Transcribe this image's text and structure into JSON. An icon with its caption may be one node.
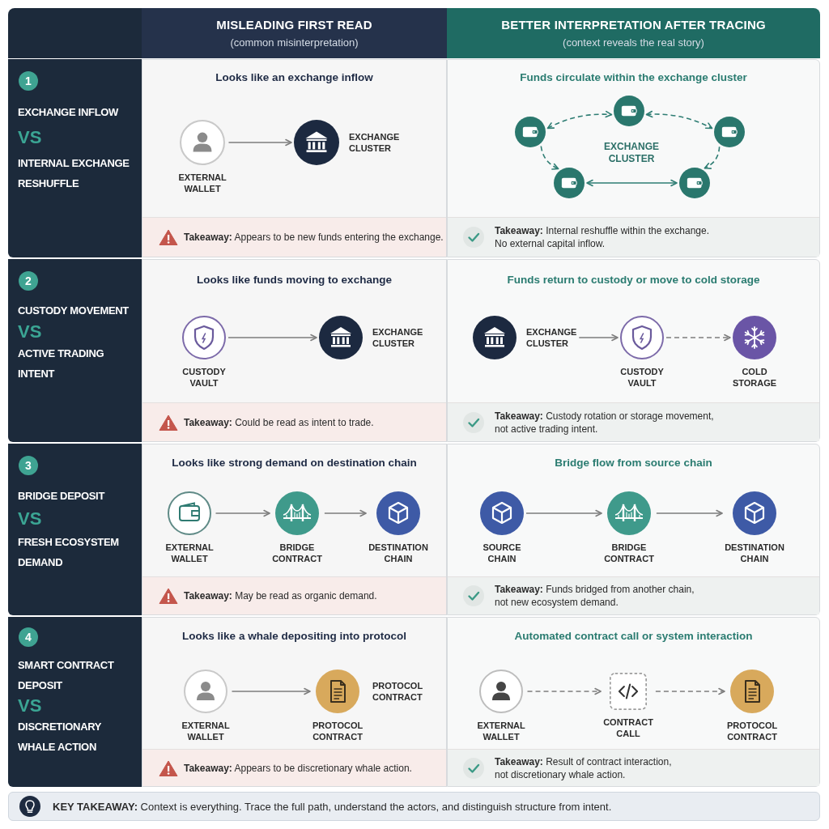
{
  "diagram": {
    "nodes": [
      {
        "text": [
          "MISLEADING FIRST READ",
          "(common misinterpretation)"
        ]
      },
      {
        "text": [
          "BETTER INTERPRETATION AFTER TRACING",
          "(context reveals the real story)"
        ]
      },
      {
        "text": [
          "EXCHANGE INFLOW",
          "VS",
          "INTERNAL EXCHANGE RESHUFFLE"
        ]
      },
      {
        "text": [
          "1"
        ],
        "in": 2
      },
      {
        "text": [
          "Looks like an exchange inflow"
        ]
      },
      {
        "text": [
          "EXTERNAL WALLET"
        ],
        "in": 4
      },
      {
        "text": [
          "EXCHANGE CLUSTER"
        ],
        "in": 4
      },
      {
        "text": [
          "**Takeaway:** Appears to be new funds entering the exchange."
        ],
        "in": 4
      },
      {
        "text": [
          "Funds circulate within the exchange cluster"
        ]
      },
      {
        "text": [],
        "shape": "circle",
        "in": 8
      },
      {
        "text": [],
        "shape": "circle",
        "in": 8
      },
      {
        "text": [],
        "shape": "circle",
        "in": 8
      },
      {
        "text": [],
        "shape": "circle",
        "in": 8
      },
      {
        "text": [],
        "shape": "circle",
        "in": 8
      },
      {
        "text": [
          "**Takeaway:** Internal reshuffle within the exchange. No external capital inflow."
        ],
        "in": 8
      },
      {
        "text": [
          "CUSTODY MOVEMENT",
          "VS",
          "ACTIVE TRADING INTENT"
        ]
      },
      {
        "text": [
          "2"
        ],
        "in": 15
      },
      {
        "text": [
          "Looks like funds moving to exchange"
        ]
      },
      {
        "text": [
          "CUSTODY VAULT"
        ],
        "in": 17
      },
      {
        "text": [
          "EXCHANGE CLUSTER"
        ],
        "in": 17
      },
      {
        "text": [
          "**Takeaway:** Could be read as intent to trade."
        ],
        "in": 17
      },
      {
        "text": [
          "Funds return to custody or move to cold storage"
        ]
      },
      {
        "text": [
          "EXCHANGE CLUSTER"
        ],
        "in": 21
      },
      {
        "text": [
          "CUSTODY VAULT"
        ],
        "in": 21
      },
      {
        "text": [
          "COLD STORAGE"
        ],
        "in": 21
      },
      {
        "text": [
          "**Takeaway:** Custody rotation or storage movement, not active trading intent."
        ],
        "in": 21
      },
      {
        "text": [
          "BRIDGE DEPOSIT",
          "VS",
          "FRESH ECOSYSTEM DEMAND"
        ]
      },
      {
        "text": [
          "3"
        ],
        "in": 26
      },
      {
        "text": [
          "Looks like strong demand on destination chain"
        ]
      },
      {
        "text": [
          "EXTERNAL WALLET"
        ],
        "in": 28
      },
      {
        "text": [
          "BRIDGE CONTRACT"
        ],
        "in": 28
      },
      {
        "text": [
          "DESTINATION CHAIN"
        ],
        "in": 28
      },
      {
        "text": [
          "**Takeaway:** May be read as organic demand."
        ],
        "in": 28
      },
      {
        "text": [
          "Bridge flow from source chain"
        ]
      },
      {
        "text": [
          "SOURCE CHAIN"
        ],
        "in": 33
      },
      {
        "text": [
          "BRIDGE CONTRACT"
        ],
        "in": 33
      },
      {
        "text": [
          "DESTINATION CHAIN"
        ],
        "in": 33
      },
      {
        "text": [
          "**Takeaway:** Funds bridged from another chain, not new ecosystem demand."
        ],
        "in": 33
      },
      {
        "text": [
          "SMART CONTRACT DEPOSIT",
          "VS",
          "DISCRETIONARY WHALE ACTION"
        ]
      },
      {
        "text": [
          "4"
        ],
        "in": 38
      },
      {
        "text": [
          "Looks like a whale depositing into protocol"
        ]
      },
      {
        "text": [
          "EXTERNAL WALLET"
        ],
        "in": 40
      },
      {
        "text": [
          "PROTOCOL CONTRACT",
          "PROTOCOL CONTRACT"
        ],
        "in": 40
      },
      {
        "text": [
          "**Takeaway:** Appears to be discretionary whale action."
        ],
        "in": 40
      },
      {
        "text": [
          "Automated contract call or system interaction"
        ]
      },
      {
        "text": [
          "EXTERNAL WALLET"
        ],
        "in": 44
      },
      {
        "text": [
          "CONTRACT CALL"
        ],
        "in": 44
      },
      {
        "text": [
          "PROTOCOL CONTRACT"
        ],
        "in": 44
      },
      {
        "text": [
          "**Takeaway:** Result of contract interaction, not discretionary whale action."
        ],
        "in": 44
      },
      {
        "text": [
          "**KEY TAKEAWAY:** Context is everything. Trace the full path, understand the actors, and distinguish structure from intent."
        ]
      }
    ],
    "edges": [
      {
        "from": 5,
        "to": 6,
        "arrow": "to"
      },
      {
        "from": 10,
        "to": 9,
        "arrow": "both",
        "style": "dashed",
        "color": "#2e7d73"
      },
      {
        "from": 9,
        "to": 11,
        "arrow": "both",
        "style": "dashed",
        "color": "#2e7d73"
      },
      {
        "from": 11,
        "to": 13,
        "arrow": "to",
        "style": "dashed",
        "color": "#2e7d73"
      },
      {
        "from": 10,
        "to": 12,
        "arrow": "to",
        "style": "dashed",
        "color": "#2e7d73"
      },
      {
        "from": 12,
        "to": 13,
        "arrow": "both",
        "color": "#2e7d73"
      },
      {
        "from": 18,
        "to": 19,
        "arrow": "to"
      },
      {
        "from": 22,
        "to": 23,
        "arrow": "to"
      },
      {
        "from": 23,
        "to": 24,
        "arrow": "to",
        "style": "dashed"
      },
      {
        "from": 29,
        "to": 30,
        "arrow": "to"
      },
      {
        "from": 30,
        "to": 31,
        "arrow": "to"
      },
      {
        "from": 34,
        "to": 35,
        "arrow": "to"
      },
      {
        "from": 35,
        "to": 36,
        "arrow": "to"
      },
      {
        "from": 41,
        "to": 42,
        "arrow": "to"
      },
      {
        "from": 45,
        "to": 46,
        "arrow": "to",
        "style": "dashed"
      },
      {
        "from": 46,
        "to": 47,
        "arrow": "to",
        "style": "dashed"
      }
    ],
    "labels": [
      "EXCHANGE CLUSTER"
    ]
  }
}
